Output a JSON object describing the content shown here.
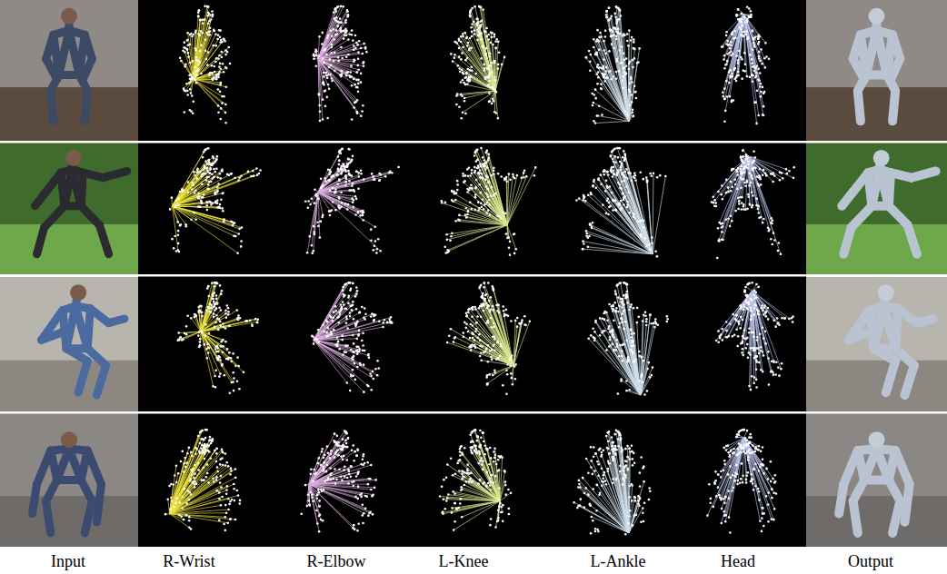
{
  "diagram": {
    "labels": [
      "Input",
      "R-Wrist",
      "R-Elbow",
      "L-Knee",
      "L-Ankle",
      "Head",
      "Output"
    ]
  }
}
